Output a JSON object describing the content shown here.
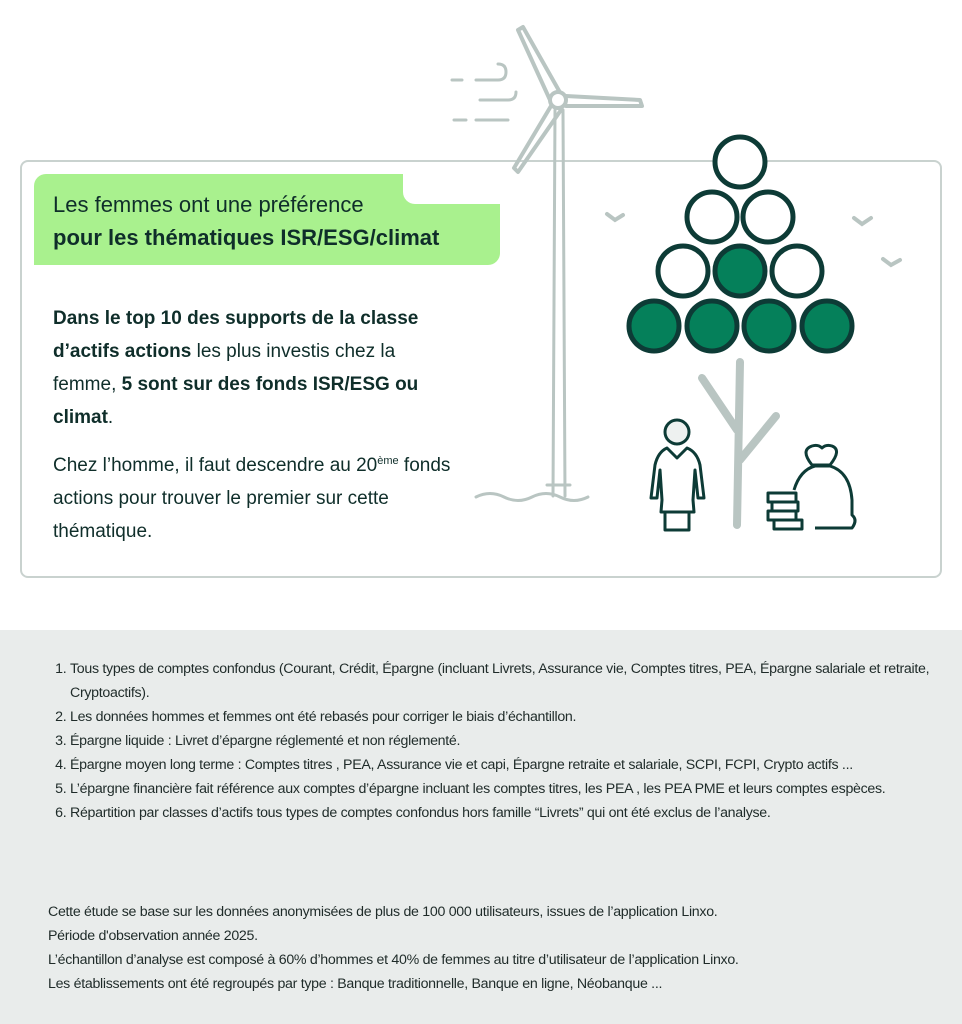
{
  "card": {
    "title_line1": "Les femmes ont une préférence",
    "title_line2": "pour les thématiques ISR/ESG/climat",
    "para1": {
      "bold1": "Dans le top 10 des supports de la classe d’actifs actions",
      "text1": " les plus investis chez la femme, ",
      "bold2": "5 sont sur des fonds ISR/ESG ou climat",
      "text2": "."
    },
    "para2": {
      "text1": "Chez l’homme, il faut descendre au 20",
      "sup": "ème",
      "text2": " fonds actions pour trouver le premier sur cette thématique."
    }
  },
  "illustration": {
    "filled_circles": 5,
    "total_circles": 10,
    "colors": {
      "filled": "#05805a",
      "outline": "#0d3b36",
      "line_art": "#b9c5c2",
      "bubble": "#a9f18e"
    }
  },
  "footnotes": [
    "Tous types de comptes confondus (Courant, Crédit, Épargne (incluant Livrets, Assurance vie, Comptes titres, PEA, Épargne salariale et retraite, Cryptoactifs).",
    "Les données hommes et femmes ont été rebasés pour corriger le biais d’échantillon.",
    "Épargne liquide : Livret d’épargne réglementé et non réglementé.",
    "Épargne moyen long terme : Comptes titres , PEA, Assurance vie et capi, Épargne retraite et salariale, SCPI, FCPI, Crypto actifs  ...",
    "L’épargne financière fait référence aux comptes d’épargne incluant les comptes titres, les PEA , les PEA PME et leurs comptes espèces.",
    "Répartition par classes d’actifs tous types de comptes confondus hors famille “Livrets” qui ont été exclus de l’analyse."
  ],
  "info": [
    "Cette étude se base sur les données anonymisées de plus de 100 000 utilisateurs, issues de l’application Linxo.",
    "Période d'observation année 2025.",
    "L’échantillon d’analyse est composé à 60% d’hommes et 40% de femmes au titre d’utilisateur de l’application Linxo.",
    "Les établissements ont été regroupés par type : Banque traditionnelle, Banque en ligne, Néobanque ..."
  ]
}
